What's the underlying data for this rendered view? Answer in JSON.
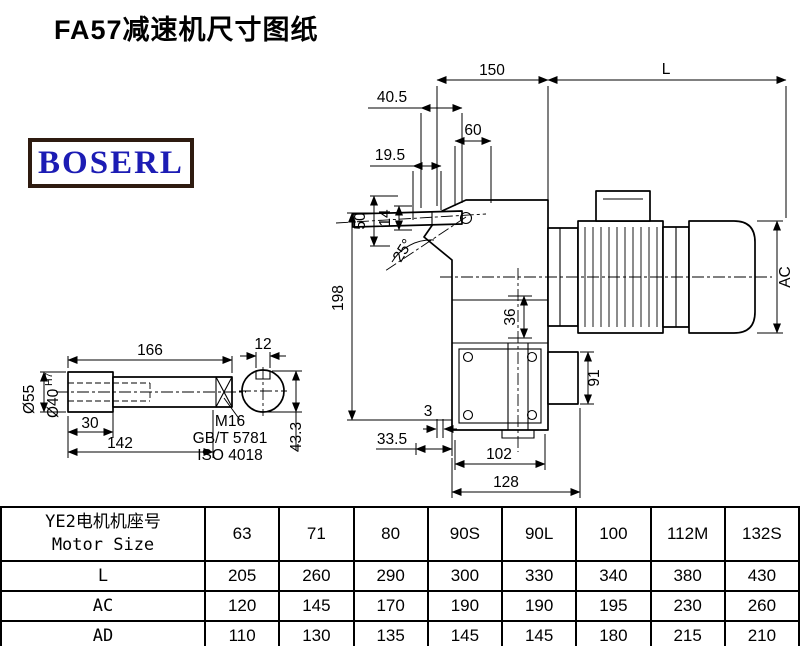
{
  "page": {
    "title": "FA57减速机尺寸图纸",
    "logo_text": "BOSERL"
  },
  "colors": {
    "logo_text": "#1c1cb4",
    "logo_border": "#2e1b10",
    "drawing_line": "#000000",
    "background": "#ffffff"
  },
  "drawing": {
    "dims": {
      "d150": "150",
      "dL": "L",
      "d40_5": "40.5",
      "d60": "60",
      "d19_5": "19.5",
      "d14": "14",
      "d50": "50",
      "d25": "25°",
      "d198": "198",
      "d36": "36",
      "dAC": "AC",
      "d91": "91",
      "d3": "3",
      "d33_5": "33.5",
      "d102": "102",
      "d128": "128",
      "d166": "166",
      "d30": "30",
      "d142": "142",
      "d12": "12",
      "d43_3": "43.3",
      "d55": "Ø55",
      "d40": "Ø40",
      "d40_tol": "H7",
      "m16": "M16",
      "gbt5781": "GB/T 5781",
      "iso4018": "ISO 4018"
    }
  },
  "table": {
    "header": {
      "label_cn": "YE2电机机座号",
      "label_en": "Motor Size",
      "sizes": [
        "63",
        "71",
        "80",
        "90S",
        "90L",
        "100",
        "112M",
        "132S"
      ]
    },
    "rows": [
      {
        "label": "L",
        "values": [
          "205",
          "260",
          "290",
          "300",
          "330",
          "340",
          "380",
          "430"
        ]
      },
      {
        "label": "AC",
        "values": [
          "120",
          "145",
          "170",
          "190",
          "190",
          "195",
          "230",
          "260"
        ]
      },
      {
        "label": "AD",
        "values": [
          "110",
          "130",
          "135",
          "145",
          "145",
          "180",
          "215",
          "210"
        ]
      }
    ]
  }
}
